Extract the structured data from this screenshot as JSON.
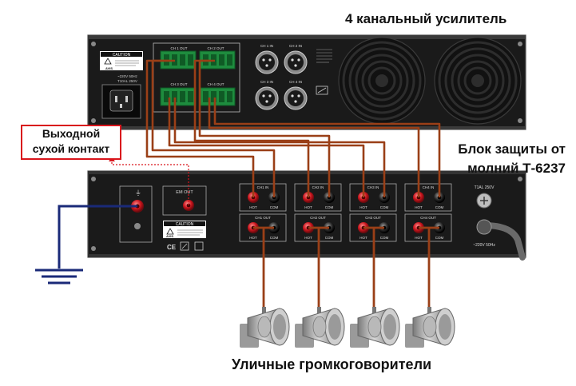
{
  "titles": {
    "amplifier": "4 канальный усилитель",
    "protection_line1": "Блок защиты от",
    "protection_line2": "молний Т-6237",
    "speakers": "Уличные громкоговорители"
  },
  "dry_contact": {
    "line1": "Выходной",
    "line2": "сухой контакт"
  },
  "amplifier_panel": {
    "caution": "CAUTION",
    "brand": "AVIS",
    "power_label": "~220V 50Hz",
    "fuse_label": "T10AL 250V",
    "outputs": [
      "CH 1 OUT",
      "CH 2 OUT",
      "CH 3 OUT",
      "CH 4 OUT"
    ],
    "inputs": [
      "CH 1 IN",
      "CH 2 IN",
      "CH 3 IN",
      "CH 4 IN"
    ]
  },
  "protection_panel": {
    "em_out": "EM OUT",
    "caution": "CAUTION",
    "brand": "AVIS",
    "fuse_label": "T1AL 250V",
    "power_label": "~220V 50Hz",
    "ins": [
      "CH1 IN",
      "CH2 IN",
      "CH3 IN",
      "CH4 IN"
    ],
    "outs": [
      "CH1 OUT",
      "CH2 OUT",
      "CH3 OUT",
      "CH4 OUT"
    ],
    "hot": "HOT",
    "com": "COM"
  },
  "colors": {
    "wire": "#9a3f17",
    "ground": "#1a2a78",
    "contact": "#d9151c",
    "panel": "#1d1d1d",
    "connector": "#2c9b4a"
  }
}
